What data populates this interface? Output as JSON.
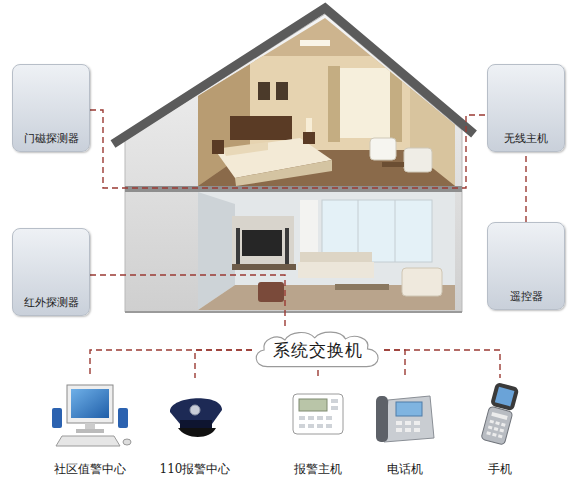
{
  "diagram": {
    "nodes": [
      {
        "text": [
          "门磁探测器"
        ]
      },
      {
        "text": [
          "无线主机"
        ]
      },
      {
        "text": [
          "红外探测器"
        ]
      },
      {
        "text": [
          "遥控器"
        ]
      },
      {
        "text": [
          "系统交换机"
        ]
      },
      {
        "text": [
          "社区值警中心"
        ]
      },
      {
        "text": [
          "110报警中心"
        ]
      },
      {
        "text": [
          "报警主机"
        ]
      },
      {
        "text": [
          "电话机"
        ]
      },
      {
        "text": [
          "手机"
        ]
      }
    ],
    "edges": [
      {
        "from": 0,
        "to": 1,
        "arrow": "none"
      },
      {
        "from": 3,
        "to": 1,
        "arrow": "none"
      },
      {
        "from": 2,
        "to": 4,
        "arrow": "none"
      },
      {
        "from": 4,
        "to": 5,
        "arrow": "none"
      },
      {
        "from": 4,
        "to": 6,
        "arrow": "none"
      },
      {
        "from": 4,
        "to": 7,
        "arrow": "none"
      },
      {
        "from": 4,
        "to": 8,
        "arrow": "none"
      },
      {
        "from": 4,
        "to": 9,
        "arrow": "none"
      }
    ]
  }
}
